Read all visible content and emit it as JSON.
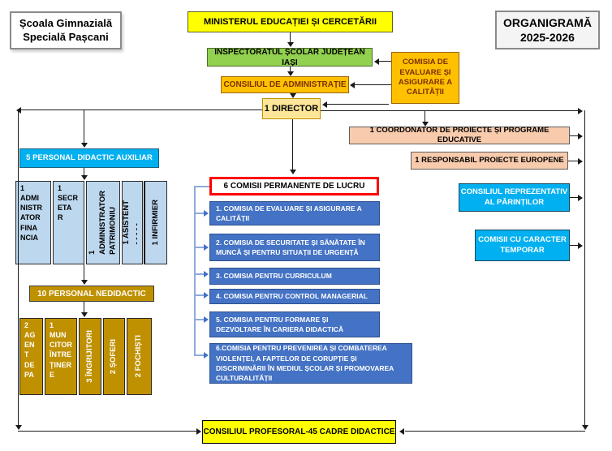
{
  "title_blocks": {
    "school_line1": "Școala Gimnazială",
    "school_line2": "Specială Pașcani",
    "ministry": "MINISTERUL EDUCAȚIEI ȘI CERCETĂRII",
    "organigram_line1": "ORGANIGRAMĂ",
    "organigram_line2": "2025-2026"
  },
  "top_hierarchy": {
    "inspectorate": "INSPECTORATUL ȘCOLAR JUDEȚEAN IAȘI",
    "quality_committee": "COMISIA DE EVALUARE ȘI ASIGURARE  A CALITĂȚII",
    "admin_council": "CONSILIUL DE ADMINISTRAȚIE",
    "director": "1 DIRECTOR"
  },
  "right_column": {
    "coordinator": "1 COORDONATOR DE PROIECTE ȘI PROGRAME EDUCATIVE",
    "eu_projects": "1 RESPONSABIL PROIECTE EUROPENE",
    "parents_council": "CONSILIUL REPREZENTATIV AL PĂRINȚILOR",
    "temporary_committees": "COMISII CU CARACTER TEMPORAR"
  },
  "didactic_auxiliary": {
    "header": "5 PERSONAL DIDACTIC AUXILIAR",
    "cells": [
      "1\nADMI\nNISTR\nATOR\nFINA\nNCIA",
      "1\nSECR\nETA\nR",
      "1\nADMINISTRATOR\nPATRIMONIU",
      "1 ASISTENT\n- - - - -",
      "1 INFIRMIER"
    ]
  },
  "permanent_committees": {
    "header": "6 COMISII PERMANENTE DE LUCRU",
    "items": [
      "1. COMISIA  DE EVALUARE ȘI   ASIGURARE A CALITĂȚII",
      "2. COMISIA DE SECURITATE ȘI SĂNĂTATE ÎN MUNCĂ ȘI PENTRU SITUAȚII DE URGENȚĂ",
      "3. COMISIA PENTRU CURRICULUM",
      "4. COMISIA PENTRU CONTROL    MANAGERIAL",
      "5. COMISIA PENTRU FORMARE ȘI DEZVOLTARE  ÎN CARIERA  DIDACTICĂ",
      "6.COMISIA PENTRU PREVENIREA ȘI COMBATEREA VIOLENȚEI, A FAPTELOR DE CORUPȚIE  ȘI DISCRIMINĂRII ÎN MEDIUL ȘCOLAR ȘI PROMOVAREA CULTURALITĂȚII"
    ]
  },
  "non_didactic": {
    "header": "10 PERSONAL NEDIDACTIC",
    "cells": [
      "2\nAG\nEN\nT\nDE\nPA",
      "1\nMUN\nCITOR\nÎNTRE\nȚINER\nE",
      "3 ÎNGRIJITORI",
      "2 ȘOFERI",
      "2 FOCHIȘTI"
    ]
  },
  "bottom": {
    "professors_council": "CONSILIUL  PROFESORAL-45 CADRE DIDACTICE"
  },
  "colors": {
    "yellow": "#FFFF00",
    "green": "#92D050",
    "amber": "#FFC000",
    "director_yellow": "#FFE699",
    "peach": "#F8CBAD",
    "cyan": "#00B0F0",
    "table_blue": "#BDD7EE",
    "committee_blue": "#4472C4",
    "gold": "#BF9000",
    "red_border": "#FF0000",
    "bracket_blue": "#8FAADC"
  }
}
